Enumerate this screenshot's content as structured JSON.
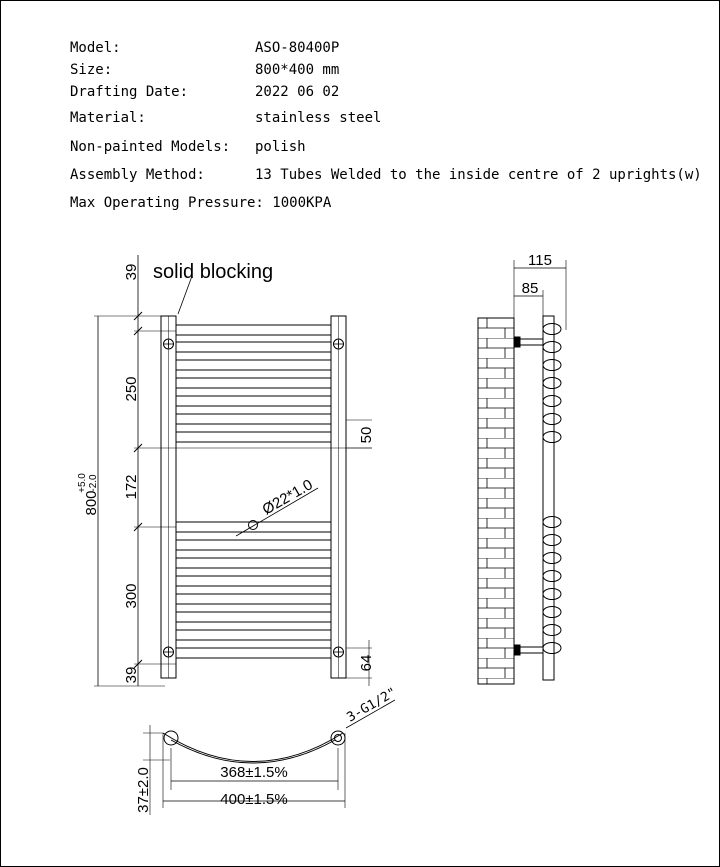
{
  "specs": {
    "model_label": "Model:",
    "model_value": "ASO-80400P",
    "size_label": "Size:",
    "size_value": "800*400 mm",
    "date_label": "Drafting Date:",
    "date_value": "2022 06 02",
    "material_label": "Material:",
    "material_value": "stainless steel",
    "nonpainted_label": "Non-painted Models:",
    "nonpainted_value": "polish",
    "assembly_label": "Assembly Method:",
    "assembly_value": "13 Tubes Welded to the inside centre of 2 uprights(w)",
    "pressure_text": "Max Operating Pressure: 1000KPA"
  },
  "front_view": {
    "note": "solid blocking",
    "dim_top": "39",
    "dim_250": "250",
    "dim_172": "172",
    "dim_300": "300",
    "dim_bottom": "39",
    "dim_total": "800",
    "tol_plus": "+5.0",
    "tol_minus": "-2.0",
    "dim_50": "50",
    "dim_64": "64",
    "tube_dia": "Ø22*1.0"
  },
  "side_view": {
    "dim_115": "115",
    "dim_85": "85"
  },
  "top_view": {
    "thread": "3-G1/2\"",
    "dim_inner": "368±1.5%",
    "dim_outer": "400±1.5%",
    "dim_depth": "37±2.0"
  }
}
